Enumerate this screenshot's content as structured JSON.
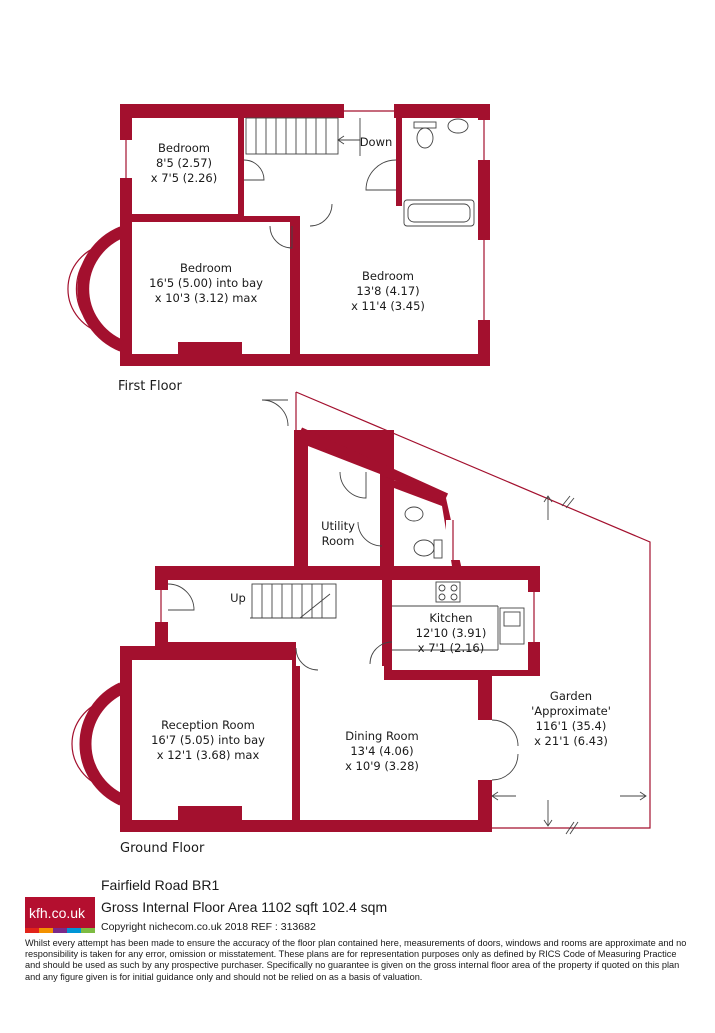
{
  "first_floor": {
    "label": "First Floor",
    "rooms": {
      "bedroom_small": {
        "name": "Bedroom",
        "dim1": "8'5 (2.57)",
        "dim2": "x 7'5 (2.26)"
      },
      "bedroom_bay": {
        "name": "Bedroom",
        "dim1": "16'5 (5.00) into bay",
        "dim2": "x 10'3 (3.12) max"
      },
      "bedroom_right": {
        "name": "Bedroom",
        "dim1": "13'8 (4.17)",
        "dim2": "x 11'4 (3.45)"
      }
    },
    "stairs_label": "Down"
  },
  "ground_floor": {
    "label": "Ground Floor",
    "rooms": {
      "utility": {
        "name1": "Utility",
        "name2": "Room"
      },
      "kitchen": {
        "name": "Kitchen",
        "dim1": "12'10 (3.91)",
        "dim2": "x 7'1 (2.16)"
      },
      "reception": {
        "name": "Reception Room",
        "dim1": "16'7 (5.05) into bay",
        "dim2": "x 12'1 (3.68) max"
      },
      "dining": {
        "name": "Dining Room",
        "dim1": "13'4 (4.06)",
        "dim2": "x 10'9 (3.28)"
      },
      "garden": {
        "name": "Garden",
        "name2": "'Approximate'",
        "dim1": "116'1 (35.4)",
        "dim2": "x 21'1 (6.43)"
      }
    },
    "stairs_label": "Up"
  },
  "footer": {
    "logo": "kfh.co.uk",
    "logo_colors": [
      "#e2231a",
      "#f39200",
      "#7a2a8a",
      "#0095d6",
      "#7dbb42"
    ],
    "title": "Fairfield Road BR1",
    "area": "Gross Internal Floor Area 1102 sqft 102.4 sqm",
    "copyright": "Copyright nichecom.co.uk 2018 REF : 313682",
    "disclaimer": "Whilst every attempt has been made to ensure the accuracy of the floor plan contained here, measurements of doors, windows and rooms are approximate and no responsibility is taken for any error, omission or misstatement. These plans are for representation purposes only as defined by RICS Code of Measuring Practice and should be used as such by any prospective purchaser. Specifically no guarantee is given on the gross internal floor area of the property if quoted on this plan and any figure given is for initial guidance only and should not be relied on as a basis of valuation."
  },
  "colors": {
    "wall": "#a3102e"
  }
}
